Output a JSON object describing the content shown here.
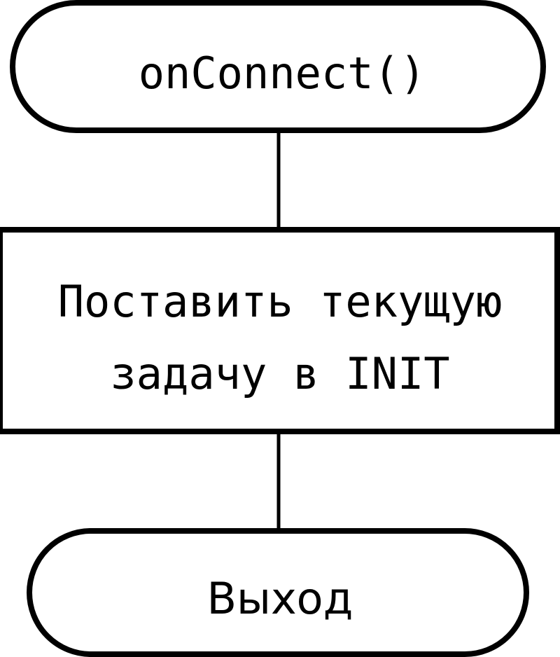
{
  "diagram": {
    "start": {
      "label": "onConnect()"
    },
    "process": {
      "line1": "Поставить текущую",
      "line2": "задачу в INIT"
    },
    "end": {
      "label": "Выход"
    }
  }
}
